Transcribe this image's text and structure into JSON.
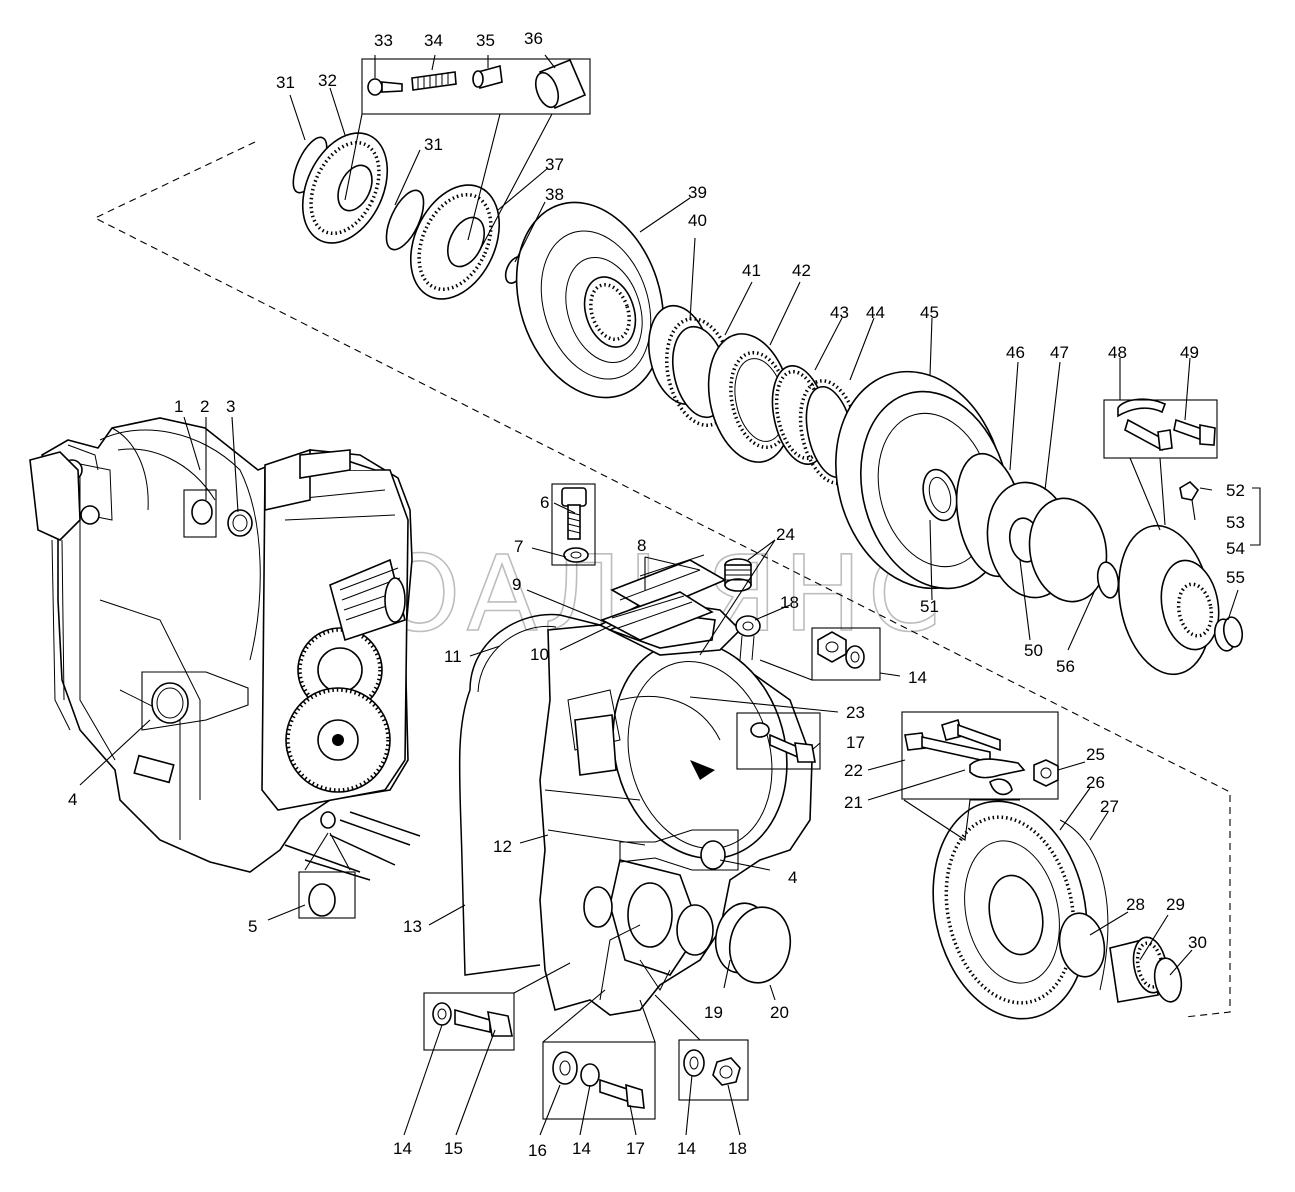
{
  "watermark": "АТОАЛЬЯНС",
  "callouts": [
    {
      "id": "1",
      "label": "1"
    },
    {
      "id": "2",
      "label": "2"
    },
    {
      "id": "3",
      "label": "3"
    },
    {
      "id": "4a",
      "label": "4"
    },
    {
      "id": "4b",
      "label": "4"
    },
    {
      "id": "5",
      "label": "5"
    },
    {
      "id": "6",
      "label": "6"
    },
    {
      "id": "7",
      "label": "7"
    },
    {
      "id": "8",
      "label": "8"
    },
    {
      "id": "9",
      "label": "9"
    },
    {
      "id": "10",
      "label": "10"
    },
    {
      "id": "11",
      "label": "11"
    },
    {
      "id": "12",
      "label": "12"
    },
    {
      "id": "13",
      "label": "13"
    },
    {
      "id": "14a",
      "label": "14"
    },
    {
      "id": "14b",
      "label": "14"
    },
    {
      "id": "14c",
      "label": "14"
    },
    {
      "id": "14d",
      "label": "14"
    },
    {
      "id": "15",
      "label": "15"
    },
    {
      "id": "16",
      "label": "16"
    },
    {
      "id": "17a",
      "label": "17"
    },
    {
      "id": "17b",
      "label": "17"
    },
    {
      "id": "18a",
      "label": "18"
    },
    {
      "id": "18b",
      "label": "18"
    },
    {
      "id": "19",
      "label": "19"
    },
    {
      "id": "20",
      "label": "20"
    },
    {
      "id": "21",
      "label": "21"
    },
    {
      "id": "22",
      "label": "22"
    },
    {
      "id": "23",
      "label": "23"
    },
    {
      "id": "24",
      "label": "24"
    },
    {
      "id": "25",
      "label": "25"
    },
    {
      "id": "26",
      "label": "26"
    },
    {
      "id": "27",
      "label": "27"
    },
    {
      "id": "28",
      "label": "28"
    },
    {
      "id": "29",
      "label": "29"
    },
    {
      "id": "30",
      "label": "30"
    },
    {
      "id": "31a",
      "label": "31"
    },
    {
      "id": "31b",
      "label": "31"
    },
    {
      "id": "32",
      "label": "32"
    },
    {
      "id": "33",
      "label": "33"
    },
    {
      "id": "34",
      "label": "34"
    },
    {
      "id": "35",
      "label": "35"
    },
    {
      "id": "36",
      "label": "36"
    },
    {
      "id": "37",
      "label": "37"
    },
    {
      "id": "38",
      "label": "38"
    },
    {
      "id": "39",
      "label": "39"
    },
    {
      "id": "40",
      "label": "40"
    },
    {
      "id": "41",
      "label": "41"
    },
    {
      "id": "42",
      "label": "42"
    },
    {
      "id": "43",
      "label": "43"
    },
    {
      "id": "44",
      "label": "44"
    },
    {
      "id": "45",
      "label": "45"
    },
    {
      "id": "46",
      "label": "46"
    },
    {
      "id": "47",
      "label": "47"
    },
    {
      "id": "48",
      "label": "48"
    },
    {
      "id": "49",
      "label": "49"
    },
    {
      "id": "50",
      "label": "50"
    },
    {
      "id": "51",
      "label": "51"
    },
    {
      "id": "52",
      "label": "52"
    },
    {
      "id": "53",
      "label": "53"
    },
    {
      "id": "54",
      "label": "54"
    },
    {
      "id": "55",
      "label": "55"
    },
    {
      "id": "56",
      "label": "56"
    }
  ]
}
